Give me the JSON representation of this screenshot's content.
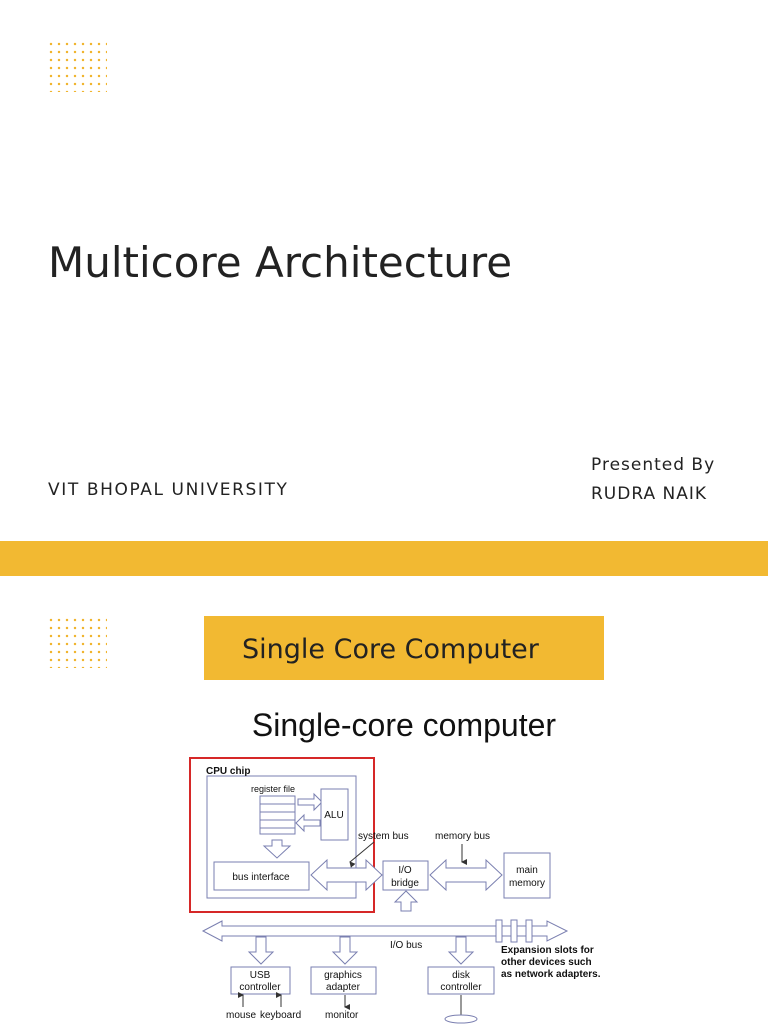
{
  "slide1": {
    "title": "Multicore Architecture",
    "university": "VIT BHOPAL UNIVERSITY",
    "presented_by_label": "Presented By",
    "presenter_name": "RUDRA NAIK"
  },
  "slide2": {
    "title": "Single Core Computer",
    "diagram": {
      "heading": "Single-core computer",
      "cpu_chip": "CPU chip",
      "register_file": "register file",
      "alu": "ALU",
      "bus_interface": "bus interface",
      "system_bus": "system bus",
      "memory_bus": "memory bus",
      "io_bridge_line1": "I/O",
      "io_bridge_line2": "bridge",
      "main_memory_line1": "main",
      "main_memory_line2": "memory",
      "io_bus": "I/O bus",
      "expansion_line1": "Expansion slots for",
      "expansion_line2": "other devices such",
      "expansion_line3": "as network adapters.",
      "usb_line1": "USB",
      "usb_line2": "controller",
      "graphics_line1": "graphics",
      "graphics_line2": "adapter",
      "disk_line1": "disk",
      "disk_line2": "controller",
      "mouse": "mouse",
      "keyboard": "keyboard",
      "monitor": "monitor"
    }
  },
  "colors": {
    "accent": "#f2b932",
    "dots": "#f0b530",
    "cpu_outline": "#d62828",
    "diagram_lines": "#7a7fb0"
  }
}
